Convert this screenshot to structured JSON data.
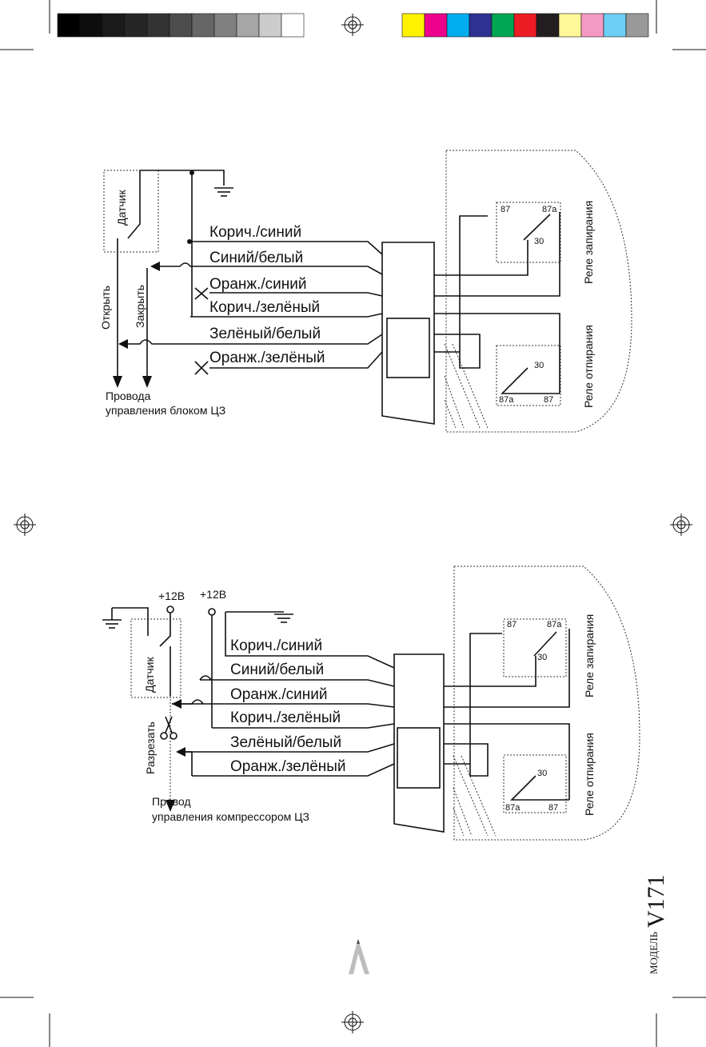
{
  "print_bar": {
    "gray_swatches": [
      "#000000",
      "#0d0d0d",
      "#1a1a1a",
      "#262626",
      "#333333",
      "#4d4d4d",
      "#666666",
      "#808080",
      "#a6a6a6",
      "#cccccc",
      "#ffffff"
    ],
    "color_swatches": [
      "#fff200",
      "#ec008c",
      "#00aeef",
      "#2e3192",
      "#00a651",
      "#ed1c24",
      "#231f20",
      "#fff799",
      "#f49ac2",
      "#6dcff6",
      "#999999"
    ]
  },
  "diagram1": {
    "wires": [
      "Корич./синий",
      "Синий/белый",
      "Оранж./синий",
      "Корич./зелёный",
      "Зелёный/белый",
      "Оранж./зелёный"
    ],
    "sensor": "Датчик",
    "open": "Открыть",
    "close": "Закрыть",
    "note_line1": "Провода",
    "note_line2": "управления блоком ЦЗ",
    "relay_lock": "Реле запирания",
    "relay_unlock": "Реле отпирания",
    "pin_87": "87",
    "pin_87a": "87a",
    "pin_30": "30"
  },
  "diagram2": {
    "wires": [
      "Корич./синий",
      "Синий/белый",
      "Оранж./синий",
      "Корич./зелёный",
      "Зелёный/белый",
      "Оранж./зелёный"
    ],
    "plus12_a": "+12В",
    "plus12_b": "+12В",
    "sensor": "Датчик",
    "cut": "Разрезать",
    "note_line1": "Провод",
    "note_line2": "управления компрессором ЦЗ",
    "relay_lock": "Реле запирания",
    "relay_unlock": "Реле отпирания",
    "pin_87": "87",
    "pin_87a": "87a",
    "pin_30": "30"
  },
  "footer": {
    "brand_small": "МОДЕЛЬ",
    "brand_model": "V171"
  }
}
